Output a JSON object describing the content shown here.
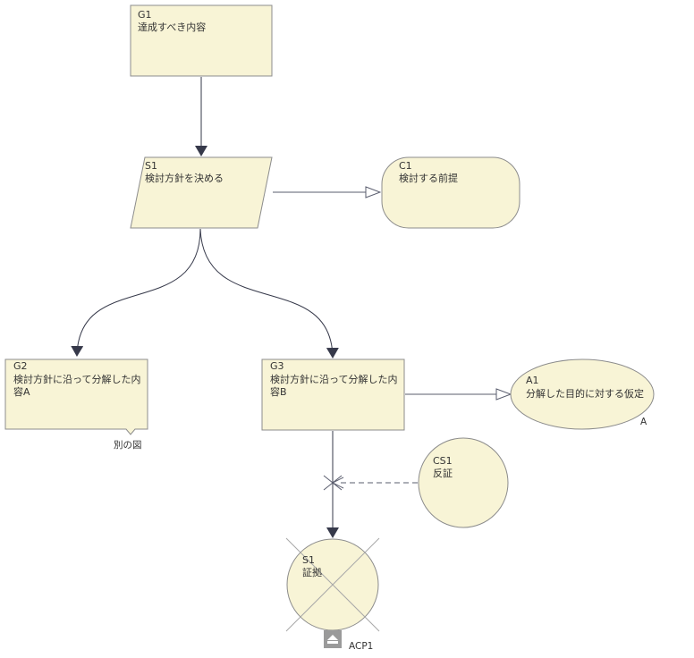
{
  "colors": {
    "node_fill": "#f8f4d6",
    "node_stroke": "#8c8c8c",
    "edge": "#36394a",
    "context_edge": "#5a5d6e",
    "cross": "#a8a8a8",
    "acp_box": "#9a9a9a"
  },
  "nodes": {
    "g1": {
      "id": "G1",
      "text": "達成すべき内容"
    },
    "s1": {
      "id": "S1",
      "text": "検討方針を決める"
    },
    "c1": {
      "id": "C1",
      "text": "検討する前提"
    },
    "g2": {
      "id": "G2",
      "line1": "検討方針に沿って分解した内",
      "line2": "容A",
      "note": "別の図"
    },
    "g3": {
      "id": "G3",
      "line1": "検討方針に沿って分解した内",
      "line2": "容B"
    },
    "a1": {
      "id": "A1",
      "text": "分解した目的に対する仮定",
      "tag": "A"
    },
    "cs1": {
      "id": "CS1",
      "text": "反証"
    },
    "sn1": {
      "id": "S1",
      "text": "証拠",
      "acp": "ACP1"
    }
  }
}
